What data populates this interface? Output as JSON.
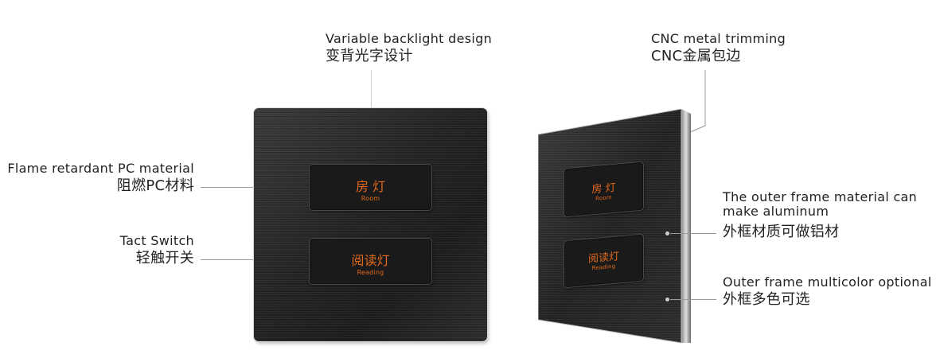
{
  "annotations": {
    "backlight": {
      "en": "Variable backlight design",
      "zh": "变背光字设计"
    },
    "cnc": {
      "en": "CNC metal trimming",
      "zh": "CNC金属包边"
    },
    "flame": {
      "en": "Flame retardant PC material",
      "zh": "阻燃PC材料"
    },
    "tact": {
      "en": "Tact Switch",
      "zh": "轻触开关"
    },
    "frame_material": {
      "en_line1": "The outer frame material can",
      "en_line2": "make aluminum",
      "zh": "外框材质可做铝材"
    },
    "frame_color": {
      "en": "Outer frame multicolor optional",
      "zh": "外框多色可选"
    }
  },
  "front_panel": {
    "key1": {
      "zh": "房 灯",
      "en": "Room"
    },
    "key2": {
      "zh": "阅读灯",
      "en": "Reading"
    }
  },
  "side_panel": {
    "key1": {
      "zh": "房 灯",
      "en": "Room"
    },
    "key2": {
      "zh": "阅读灯",
      "en": "Reading"
    }
  },
  "colors": {
    "backlight": "#e26a1a",
    "panel": "#232323",
    "frame": "#b8b8b8"
  }
}
